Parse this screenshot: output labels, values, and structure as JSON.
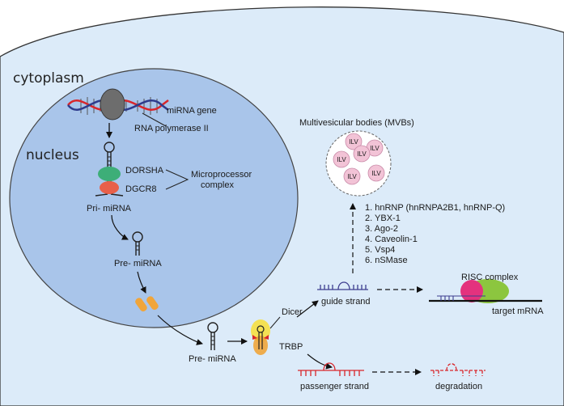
{
  "labels": {
    "cytoplasm": "cytoplasm",
    "nucleus": "nucleus",
    "mirna_gene": "miRNA gene",
    "rna_pol": "RNA polymerase II",
    "drosha": "DORSHA",
    "dgcr8": "DGCR8",
    "microprocessor_line1": "Microprocessor",
    "microprocessor_line2": "complex",
    "pri_mirna": "Pri- miRNA",
    "pre_mirna_nuc": "Pre- miRNA",
    "pre_mirna_cyto": "Pre- miRNA",
    "dicer": "Dicer",
    "trbp": "TRBP",
    "mvb_title": "Multivesicular bodies (MVBs)",
    "ilv": "ILV",
    "guide_strand": "guide strand",
    "passenger_strand": "passenger strand",
    "degradation": "degradation",
    "risc": "RISC complex",
    "target_mrna": "target mRNA"
  },
  "sorting_factors": [
    "1. hnRNP (hnRNPA2B1, hnRNP-Q)",
    "2. YBX-1",
    "3. Ago-2",
    "4. Caveolin-1",
    "5. Vsp4",
    "6. nSMase"
  ],
  "colors": {
    "cell_fill": "#dcebf9",
    "nucleus_fill": "#a9c5ea",
    "drosha": "#3dae78",
    "dgcr8": "#e8604a",
    "exportin": "#f0a53a",
    "dicer": "#f4e04a",
    "trbp": "#f0a53a",
    "risc_pink": "#e4327e",
    "risc_green": "#8cc63f",
    "ilv_fill": "#f2c3d6",
    "guide": "#3d3d8f",
    "passenger": "#d8262b",
    "dna_red": "#d8262b",
    "dna_blue": "#2e3b8c"
  }
}
